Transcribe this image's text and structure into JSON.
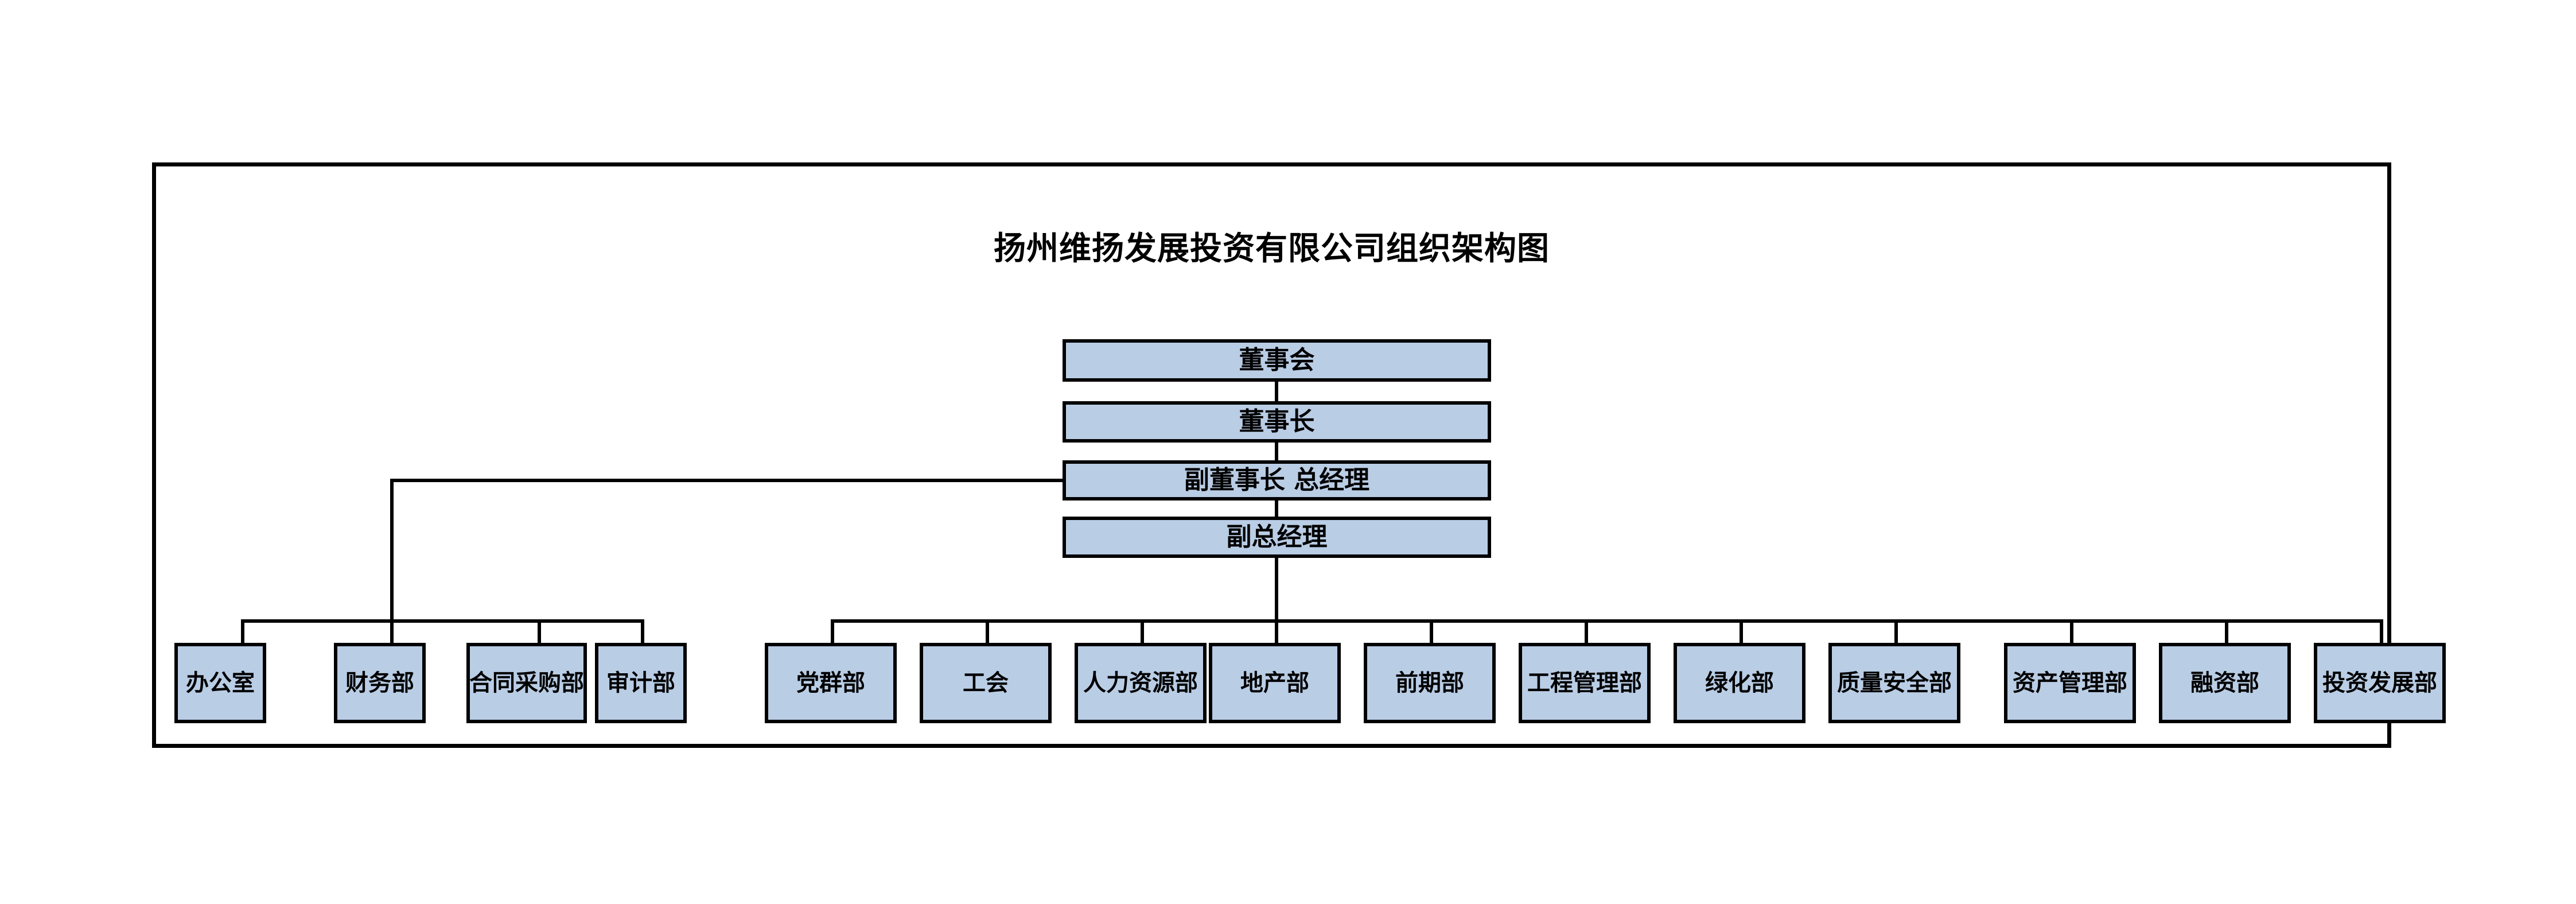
{
  "diagram": {
    "title": "扬州维扬发展投资有限公司组织架构图",
    "type": "organizational-chart",
    "colors": {
      "node_fill": "#b9cde5",
      "node_border": "#000000",
      "frame_border": "#000000",
      "background": "#ffffff",
      "text": "#000000"
    },
    "executive_nodes": [
      {
        "id": "board",
        "label": "董事会",
        "level": 1
      },
      {
        "id": "chairman",
        "label": "董事长",
        "level": 2
      },
      {
        "id": "vice-chairman-gm",
        "label": "副董事长 总经理",
        "level": 3
      },
      {
        "id": "deputy-gm",
        "label": "副总经理",
        "level": 4
      }
    ],
    "department_groups": [
      {
        "id": "group-left",
        "reports_to": "vice-chairman-gm",
        "departments": [
          {
            "id": "dept-office",
            "label": "办公室"
          },
          {
            "id": "dept-finance",
            "label": "财务部"
          },
          {
            "id": "dept-contract-procurement",
            "label": "合同采购部"
          },
          {
            "id": "dept-audit",
            "label": "审计部"
          }
        ]
      },
      {
        "id": "group-right",
        "reports_to": "deputy-gm",
        "departments": [
          {
            "id": "dept-party-mass",
            "label": "党群部"
          },
          {
            "id": "dept-union",
            "label": "工会"
          },
          {
            "id": "dept-human-resources",
            "label": "人力资源部"
          },
          {
            "id": "dept-real-estate",
            "label": "地产部"
          },
          {
            "id": "dept-preliminary",
            "label": "前期部"
          },
          {
            "id": "dept-engineering-management",
            "label": "工程管理部"
          },
          {
            "id": "dept-greening",
            "label": "绿化部"
          },
          {
            "id": "dept-quality-safety",
            "label": "质量安全部"
          },
          {
            "id": "dept-asset-management",
            "label": "资产管理部"
          },
          {
            "id": "dept-financing",
            "label": "融资部"
          },
          {
            "id": "dept-investment-development",
            "label": "投资发展部"
          }
        ]
      }
    ]
  }
}
